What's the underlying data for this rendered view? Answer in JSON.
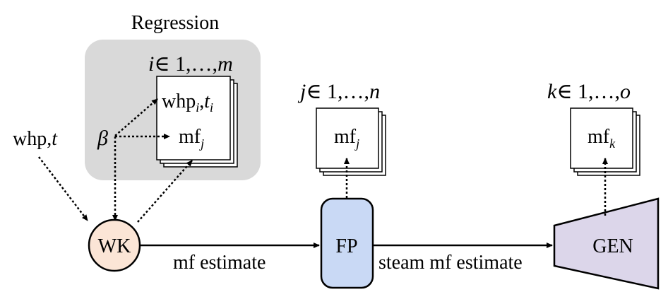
{
  "regression_label": "Regression",
  "index_i": {
    "var": "i",
    "rest": "∈ 1,…,",
    "end": "m"
  },
  "index_j": {
    "var": "j",
    "rest": "∈ 1,…,",
    "end": "n"
  },
  "index_k": {
    "var": "k",
    "rest": "∈ 1,…,",
    "end": "o"
  },
  "reg_card_top": {
    "base": "whp",
    "sub_i": "i",
    "sep": ",",
    "t": "t",
    "sub_t": "i"
  },
  "reg_card_bottom": {
    "base": "mf",
    "sub": "j"
  },
  "beta": "β",
  "input_label": {
    "whp": "whp",
    "comma": ",",
    "t": "t"
  },
  "wk_label": "WK",
  "fp_label": "FP",
  "gen_label": "GEN",
  "fp_card": {
    "base": "mf",
    "sub": "j"
  },
  "gen_card": {
    "base": "mf",
    "sub": "k"
  },
  "edge_wk_fp": "mf estimate",
  "edge_fp_gen": "steam mf estimate",
  "colors": {
    "regression_bg": "#d9d9d9",
    "wk_fill": "#fbe5d6",
    "fp_fill": "#c9d9f5",
    "gen_fill": "#dcd6ea",
    "stroke": "#000000"
  }
}
